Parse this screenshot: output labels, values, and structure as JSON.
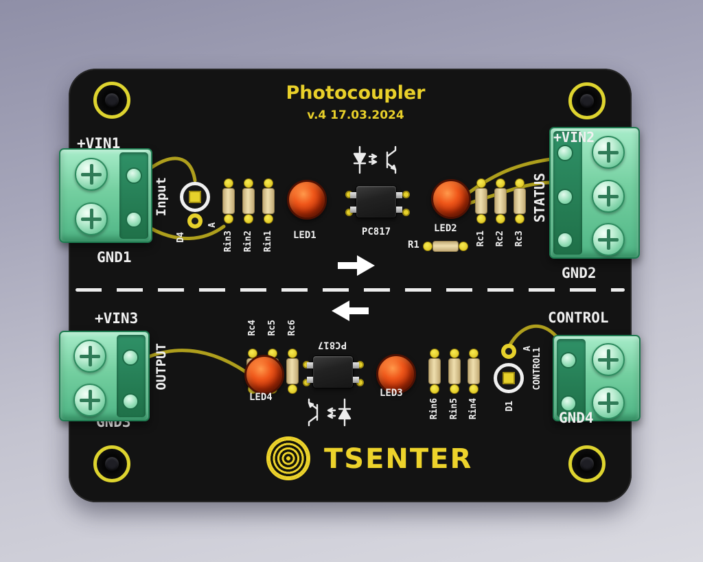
{
  "board": {
    "title": "Photocoupler",
    "version": "v.4 17.03.2024",
    "brand": "TSENTER"
  },
  "colors": {
    "board_black": "#131313",
    "silkscreen_white": "#f1f1f1",
    "brand_yellow": "#edd32b",
    "terminal_green": "#74cfa0",
    "led_orange": "#f0581b",
    "trace_yellow": "#b7a71d",
    "background": "#b4b4c4"
  },
  "top": {
    "vin": "+VIN1",
    "gnd_left": "GND1",
    "input": "Input",
    "diode": "D4",
    "diode_anode": "A",
    "res_in": [
      "Rin3",
      "Rin2",
      "Rin1"
    ],
    "led_left": "LED1",
    "chip": "PC817",
    "led_right": "LED2",
    "r1": "R1",
    "res_c": [
      "Rc1",
      "Rc2",
      "Rc3"
    ],
    "status": "STATUS",
    "vin_right": "+VIN2",
    "gnd_right": "GND2"
  },
  "bottom": {
    "vin": "+VIN3",
    "output": "OUTPUT",
    "res_c": [
      "Rc4",
      "Rc5",
      "Rc6"
    ],
    "led_left": "LED4",
    "chip": "PC817",
    "led_right": "LED3",
    "res_in": [
      "Rin6",
      "Rin5",
      "Rin4"
    ],
    "diode": "D1",
    "diode_anode": "A",
    "control1": "CONTROL1",
    "control": "CONTROL",
    "gnd_left": "GND3",
    "gnd_right": "GND4"
  }
}
